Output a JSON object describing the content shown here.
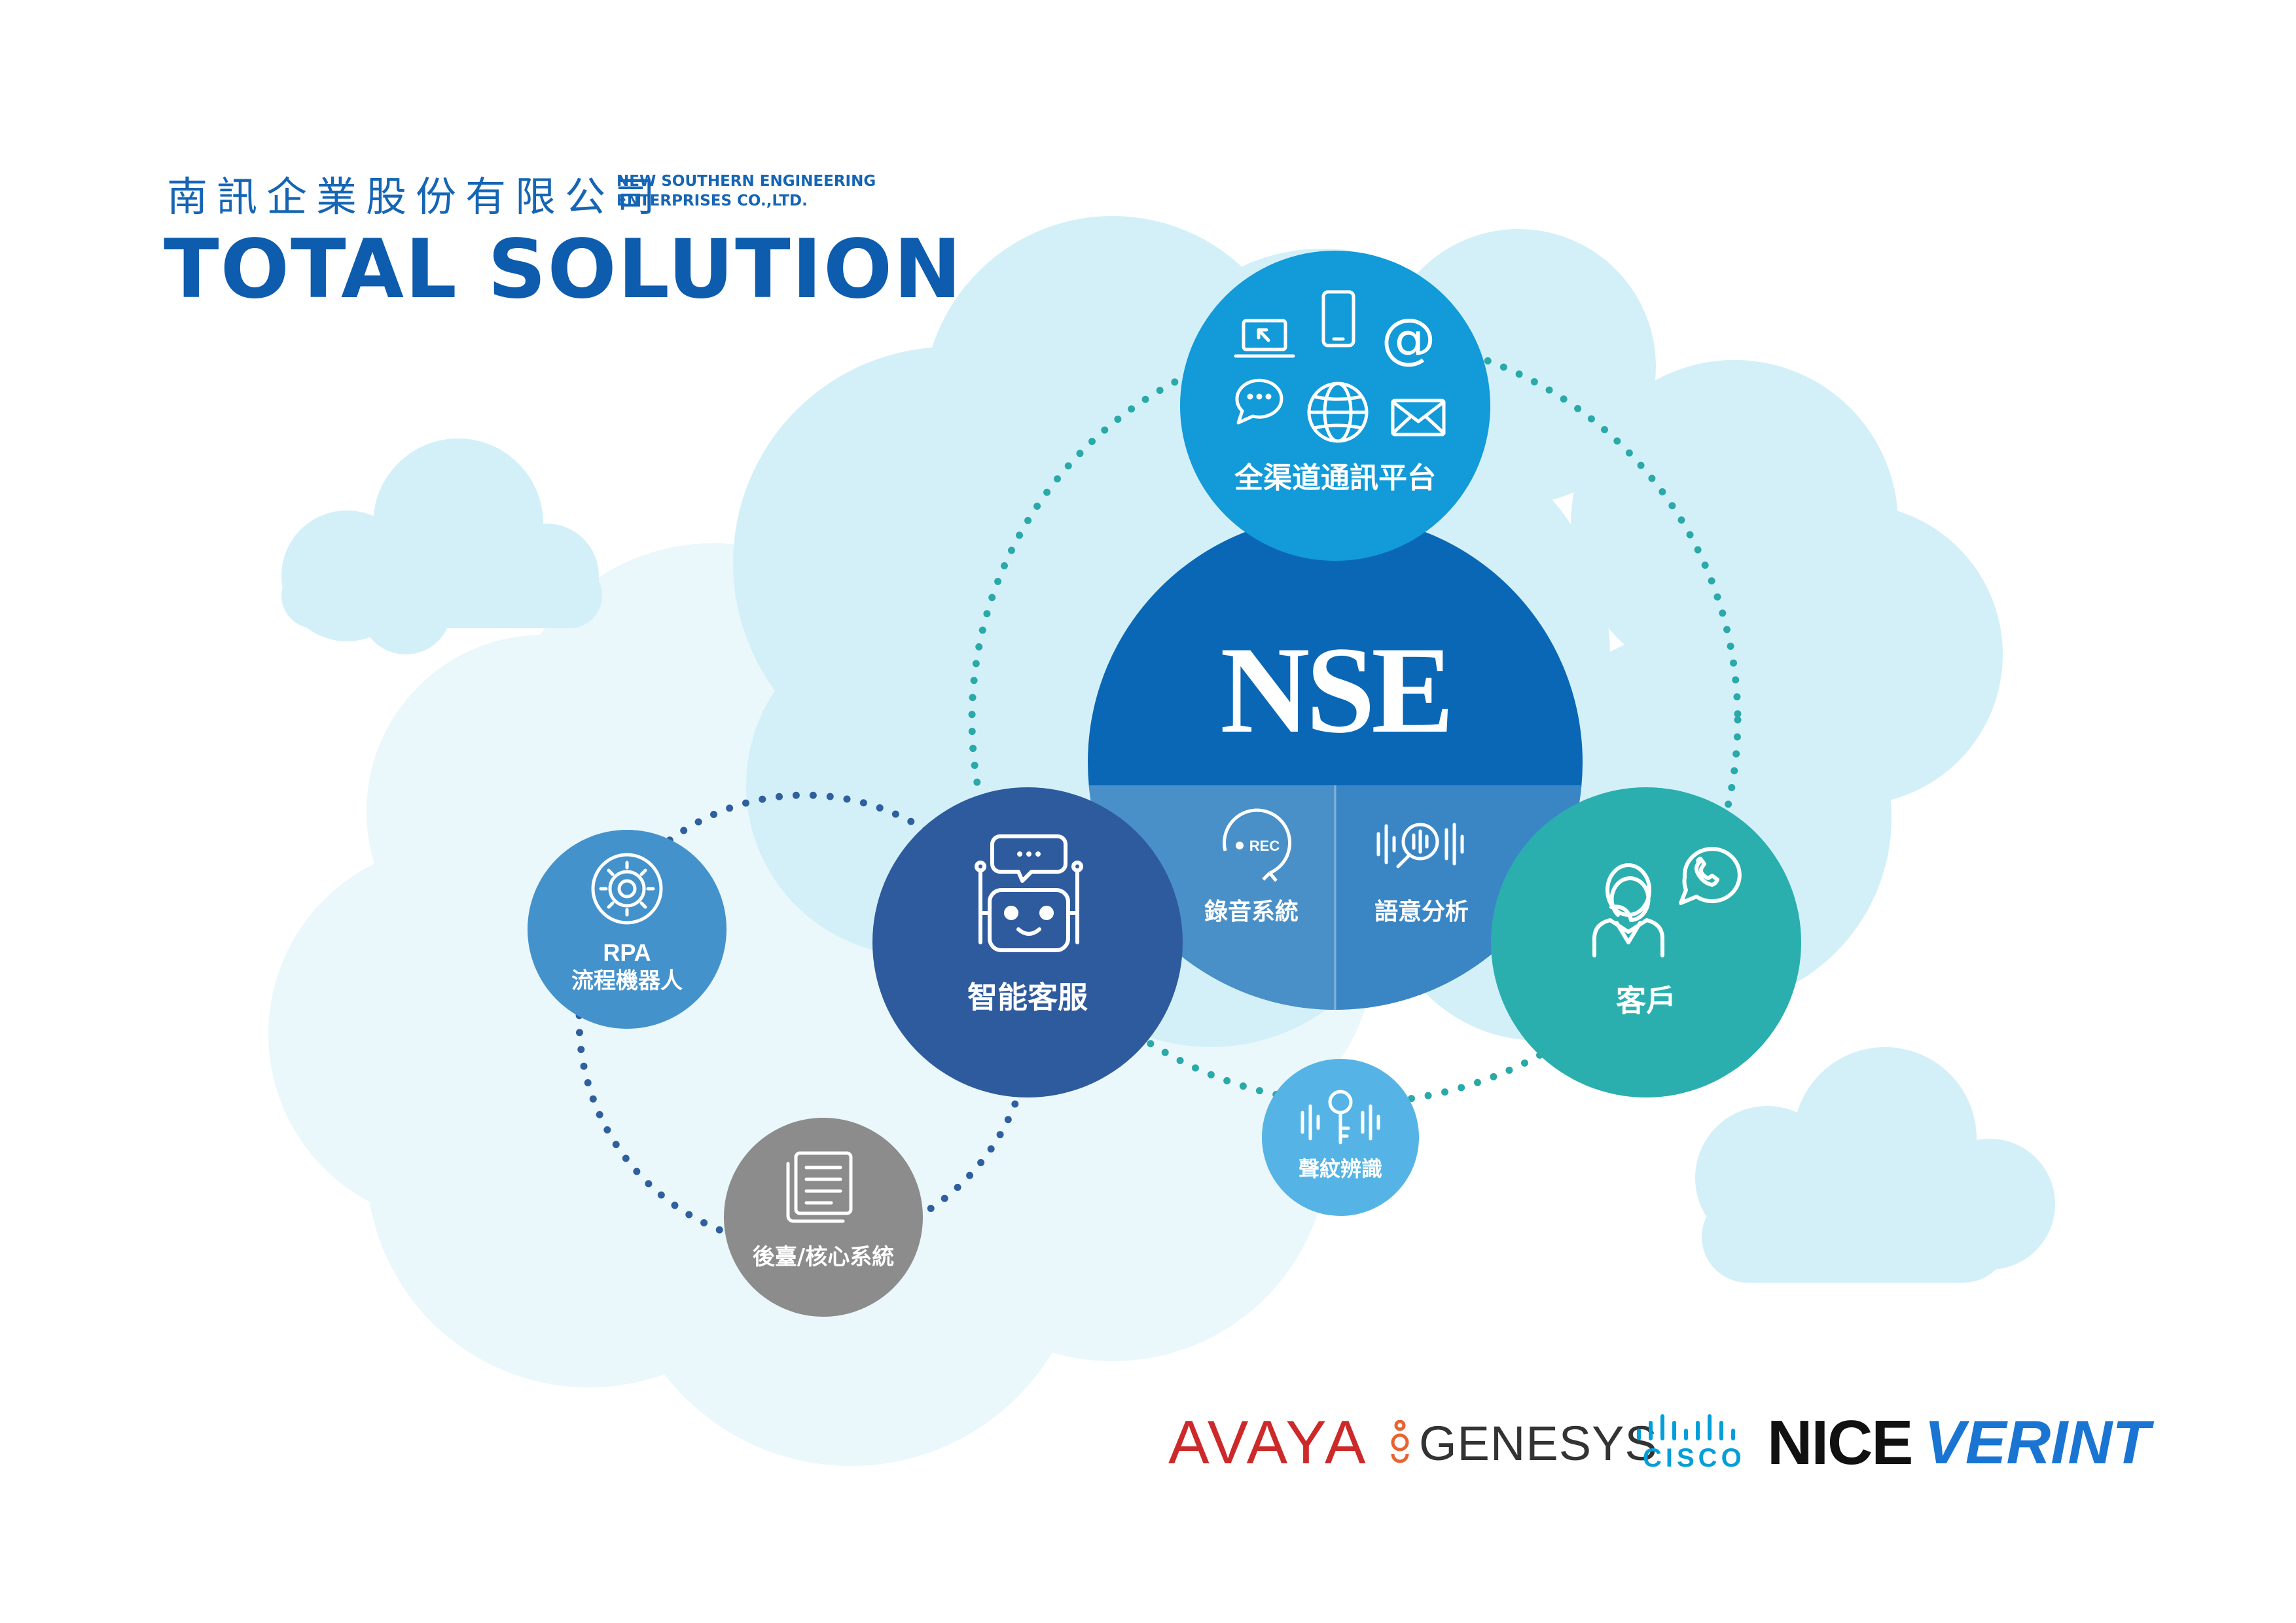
{
  "header": {
    "company_zh": "南訊企業股份有限公司",
    "company_en_line1": "NEW SOUTHERN ENGINEERING",
    "company_en_line2": "ENTERPRISES CO.,LTD.",
    "title": "TOTAL SOLUTION"
  },
  "diagram": {
    "center": {
      "name": "NSE",
      "left_module": "錄音系統",
      "right_module": "語意分析",
      "rec_badge": "REC"
    },
    "nodes": {
      "omnichannel": "全渠道通訊平台",
      "smart_service": "智能客服",
      "customer": "客戶",
      "rpa_line1": "RPA",
      "rpa_line2": "流程機器人",
      "backend": "後臺/核心系統",
      "voiceprint": "聲紋辨識"
    }
  },
  "partners": {
    "avaya": "AVAYA",
    "genesys": "GENESYS",
    "cisco": "CISCO",
    "nice": "NICE",
    "verint": "VERINT"
  },
  "colors": {
    "brand_blue": "#0d5cad",
    "center_top": "#0a67b6",
    "center_bottom": "#4a90c8",
    "omnichannel": "#129ad9",
    "smart_service": "#2e5b9d",
    "customer": "#2aafae",
    "rpa": "#4492cc",
    "backend": "#8c8c8c",
    "voiceprint": "#55b4e5",
    "cloud_back": "#eaf7fb",
    "cloud_front": "#d3f0f8",
    "avaya_red": "#cc2a2a",
    "verint_blue": "#1a75d2"
  }
}
